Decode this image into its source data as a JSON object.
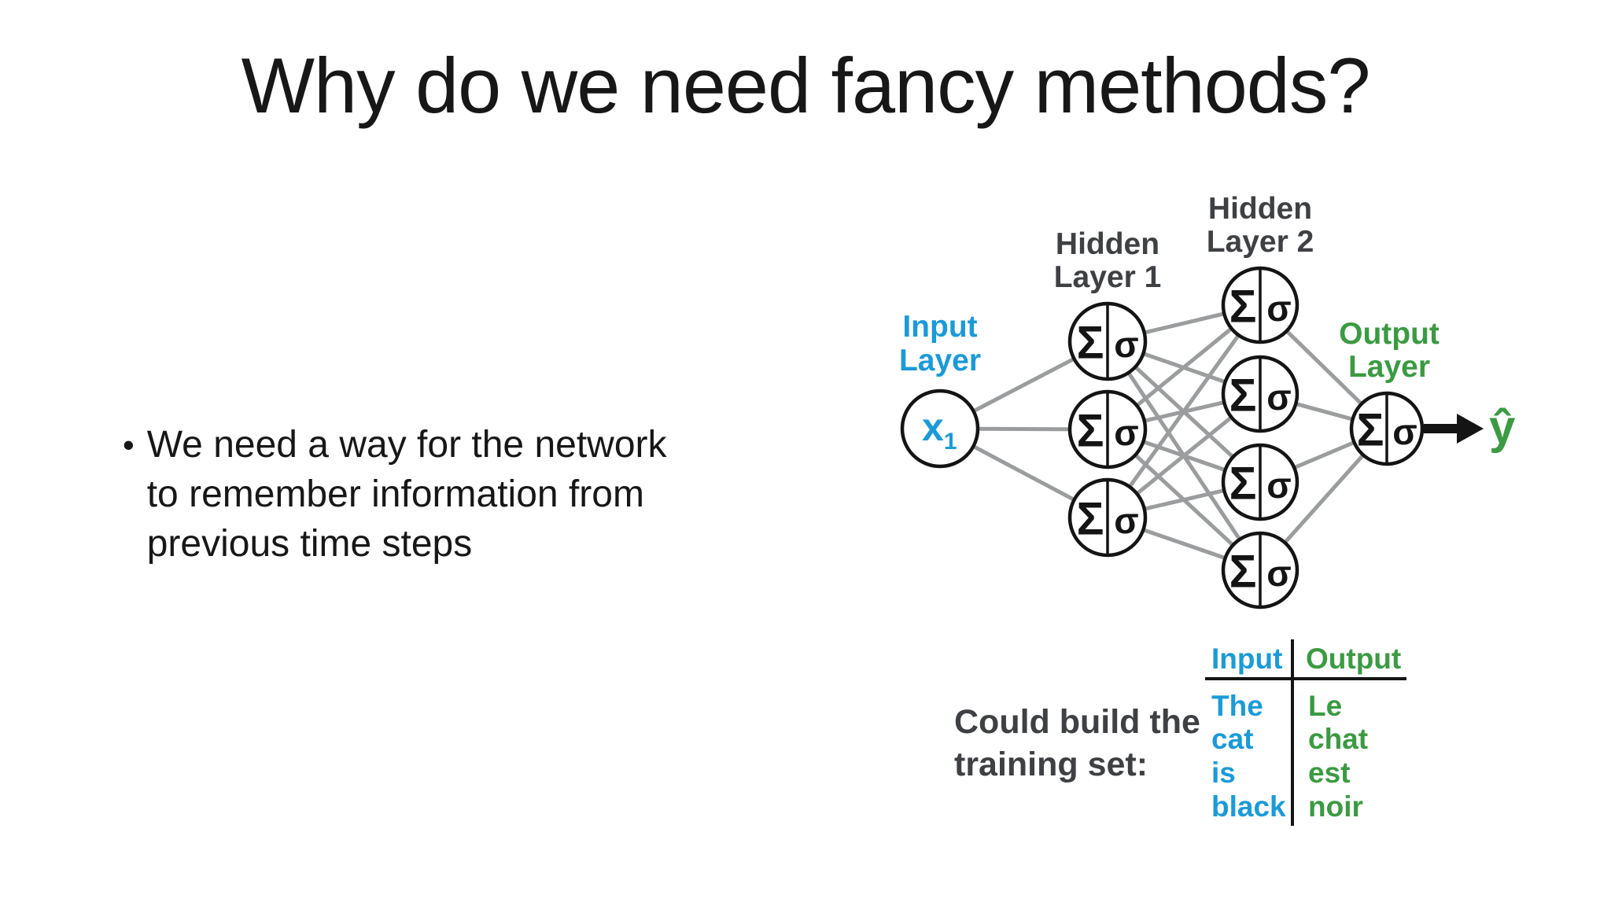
{
  "slide": {
    "title": "Why do we need fancy methods?",
    "bullet": {
      "marker": "•",
      "lines": [
        "We need a way for the network",
        "to remember information from",
        "previous time steps"
      ]
    }
  },
  "network": {
    "labels": {
      "input": [
        "Input",
        "Layer"
      ],
      "hidden1": [
        "Hidden",
        "Layer 1"
      ],
      "hidden2": [
        "Hidden",
        "Layer 2"
      ],
      "output": [
        "Output",
        "Layer"
      ]
    },
    "structure": {
      "input_nodes": 1,
      "hidden1_nodes": 3,
      "hidden2_nodes": 4,
      "output_nodes": 1
    },
    "input_node": {
      "symbol": "x",
      "subscript": "1"
    },
    "node_sum": "Σ",
    "node_activation": "σ",
    "output_symbol": "ŷ"
  },
  "training_table": {
    "caption_lines": [
      "Could build the",
      "training set:"
    ],
    "headers": {
      "input": "Input",
      "output": "Output"
    },
    "input_words": [
      "The",
      "cat",
      "is",
      "black"
    ],
    "output_words": [
      "Le",
      "chat",
      "est",
      "noir"
    ]
  },
  "colors": {
    "blue": "#1b9ad8",
    "green": "#3b9a42",
    "dark_gray": "#3e4043",
    "connection_gray": "#9b9c9e",
    "black": "#141414",
    "background": "#ffffff"
  }
}
